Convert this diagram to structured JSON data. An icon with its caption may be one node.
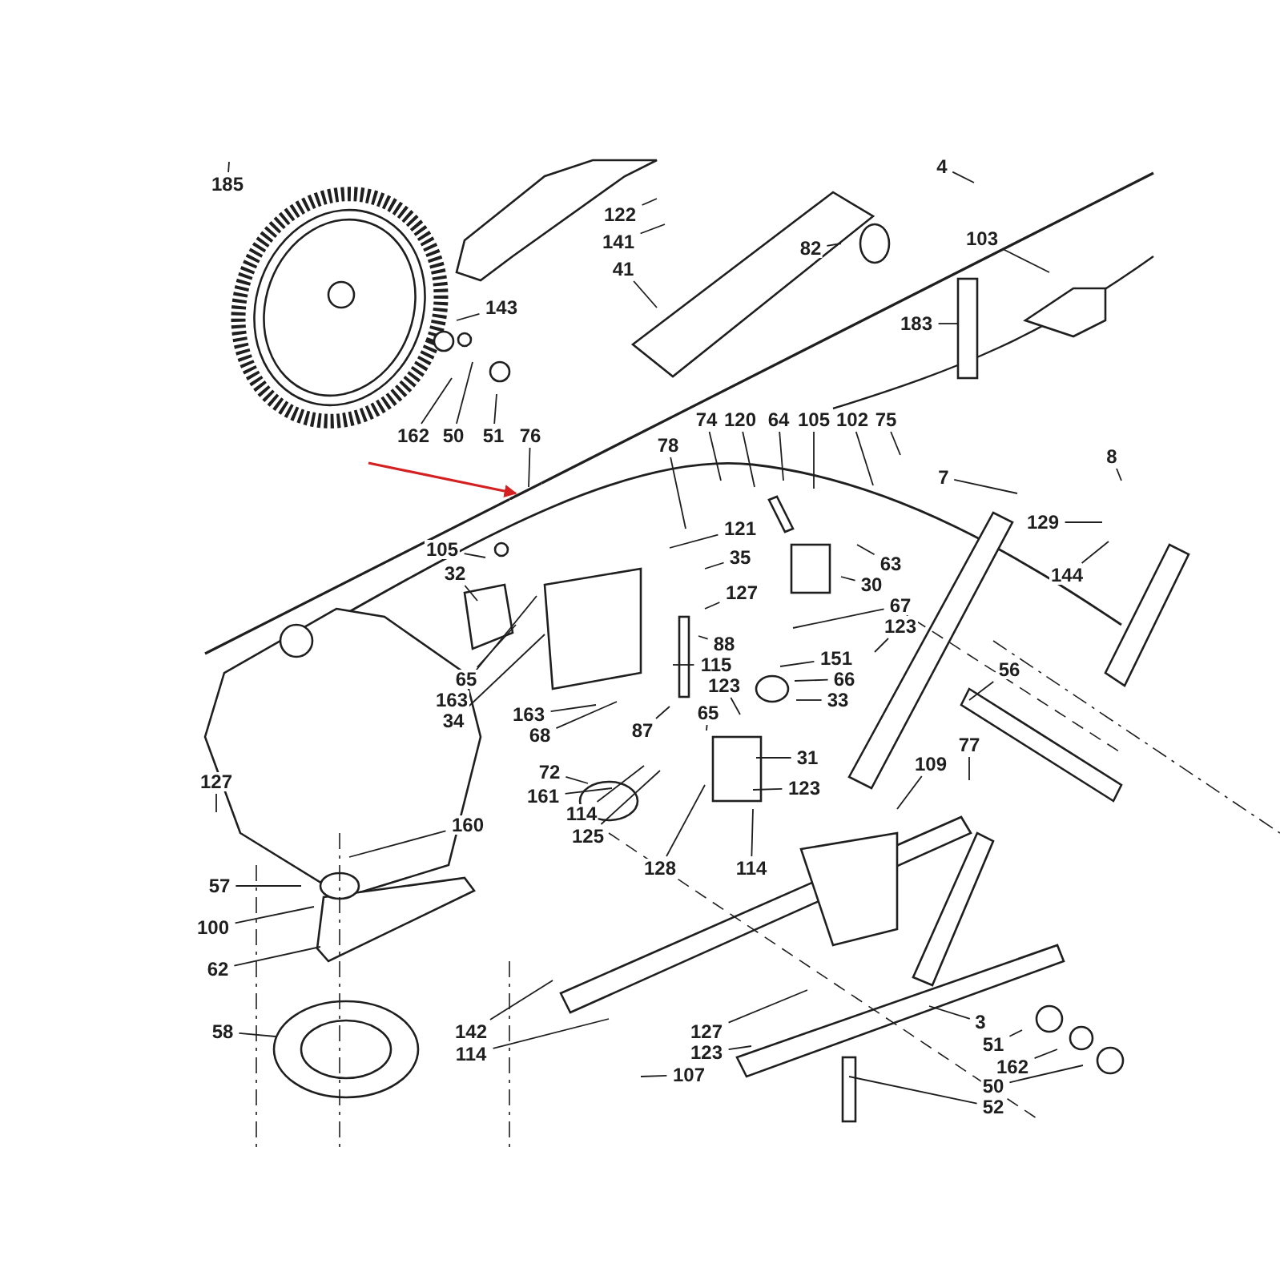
{
  "diagram": {
    "nodes": [
      {
        "text": [
          "185"
        ]
      },
      {
        "text": [
          "4"
        ]
      },
      {
        "text": [
          "122"
        ]
      },
      {
        "text": [
          "141"
        ]
      },
      {
        "text": [
          "41"
        ]
      },
      {
        "text": [
          "82"
        ]
      },
      {
        "text": [
          "103"
        ]
      },
      {
        "text": [
          "183"
        ]
      },
      {
        "text": [
          "143"
        ]
      },
      {
        "text": [
          "162"
        ]
      },
      {
        "text": [
          "50"
        ]
      },
      {
        "text": [
          "51"
        ]
      },
      {
        "text": [
          "76"
        ]
      },
      {
        "text": [
          "78"
        ]
      },
      {
        "text": [
          "74"
        ]
      },
      {
        "text": [
          "120"
        ]
      },
      {
        "text": [
          "64"
        ]
      },
      {
        "text": [
          "105"
        ]
      },
      {
        "text": [
          "102"
        ]
      },
      {
        "text": [
          "75"
        ]
      },
      {
        "text": [
          "7"
        ]
      },
      {
        "text": [
          "129"
        ]
      },
      {
        "text": [
          "8"
        ]
      },
      {
        "text": [
          "144"
        ]
      },
      {
        "text": [
          "105"
        ]
      },
      {
        "text": [
          "32"
        ]
      },
      {
        "text": [
          "121"
        ]
      },
      {
        "text": [
          "35"
        ]
      },
      {
        "text": [
          "127"
        ]
      },
      {
        "text": [
          "30"
        ]
      },
      {
        "text": [
          "63"
        ]
      },
      {
        "text": [
          "67"
        ]
      },
      {
        "text": [
          "88"
        ]
      },
      {
        "text": [
          "123"
        ]
      },
      {
        "text": [
          "115"
        ]
      },
      {
        "text": [
          "151"
        ]
      },
      {
        "text": [
          "123"
        ]
      },
      {
        "text": [
          "66"
        ]
      },
      {
        "text": [
          "65"
        ]
      },
      {
        "text": [
          "33"
        ]
      },
      {
        "text": [
          "65"
        ]
      },
      {
        "text": [
          "163"
        ]
      },
      {
        "text": [
          "34"
        ]
      },
      {
        "text": [
          "163"
        ]
      },
      {
        "text": [
          "68"
        ]
      },
      {
        "text": [
          "87"
        ]
      },
      {
        "text": [
          "56"
        ]
      },
      {
        "text": [
          "31"
        ]
      },
      {
        "text": [
          "72"
        ]
      },
      {
        "text": [
          "161"
        ]
      },
      {
        "text": [
          "127"
        ]
      },
      {
        "text": [
          "123"
        ]
      },
      {
        "text": [
          "109"
        ]
      },
      {
        "text": [
          "77"
        ]
      },
      {
        "text": [
          "160"
        ]
      },
      {
        "text": [
          "114"
        ]
      },
      {
        "text": [
          "125"
        ]
      },
      {
        "text": [
          "114"
        ]
      },
      {
        "text": [
          "128"
        ]
      },
      {
        "text": [
          "57"
        ]
      },
      {
        "text": [
          "100"
        ]
      },
      {
        "text": [
          "62"
        ]
      },
      {
        "text": [
          "58"
        ]
      },
      {
        "text": [
          "142"
        ]
      },
      {
        "text": [
          "114"
        ]
      },
      {
        "text": [
          "127"
        ]
      },
      {
        "text": [
          "123"
        ]
      },
      {
        "text": [
          "107"
        ]
      },
      {
        "text": [
          "3"
        ]
      },
      {
        "text": [
          "51"
        ]
      },
      {
        "text": [
          "162"
        ]
      },
      {
        "text": [
          "50"
        ]
      },
      {
        "text": [
          "52"
        ]
      },
      {
        "text": [],
        "shape": "cable"
      }
    ],
    "edges": [
      {
        "from": 0,
        "to": null,
        "arrow": "none"
      },
      {
        "from": 1,
        "to": null,
        "arrow": "none"
      },
      {
        "from": 2,
        "to": null,
        "arrow": "none"
      },
      {
        "from": 3,
        "to": null,
        "arrow": "none"
      },
      {
        "from": 4,
        "to": null,
        "arrow": "none"
      },
      {
        "from": 5,
        "to": null,
        "arrow": "none"
      },
      {
        "from": 6,
        "to": null,
        "arrow": "none"
      },
      {
        "from": 7,
        "to": null,
        "arrow": "none"
      },
      {
        "from": 8,
        "to": null,
        "arrow": "none"
      },
      {
        "from": 9,
        "to": null,
        "arrow": "none"
      },
      {
        "from": 10,
        "to": null,
        "arrow": "none"
      },
      {
        "from": 11,
        "to": null,
        "arrow": "none"
      },
      {
        "from": 12,
        "to": 73,
        "arrow": "none"
      },
      {
        "from": 13,
        "to": null,
        "arrow": "none"
      },
      {
        "from": 14,
        "to": null,
        "arrow": "none"
      },
      {
        "from": 15,
        "to": null,
        "arrow": "none"
      },
      {
        "from": 16,
        "to": null,
        "arrow": "none"
      },
      {
        "from": 17,
        "to": null,
        "arrow": "none"
      },
      {
        "from": 18,
        "to": null,
        "arrow": "none"
      },
      {
        "from": 19,
        "to": null,
        "arrow": "none"
      },
      {
        "from": 20,
        "to": null,
        "arrow": "none"
      },
      {
        "from": 21,
        "to": null,
        "arrow": "none"
      },
      {
        "from": 22,
        "to": null,
        "arrow": "none"
      },
      {
        "from": 23,
        "to": null,
        "arrow": "none"
      },
      {
        "from": 24,
        "to": null,
        "arrow": "none"
      },
      {
        "from": 25,
        "to": null,
        "arrow": "none"
      },
      {
        "from": 26,
        "to": null,
        "arrow": "none"
      },
      {
        "from": 27,
        "to": null,
        "arrow": "none"
      },
      {
        "from": 28,
        "to": null,
        "arrow": "none"
      },
      {
        "from": 29,
        "to": null,
        "arrow": "none"
      },
      {
        "from": 30,
        "to": null,
        "arrow": "none"
      },
      {
        "from": 31,
        "to": null,
        "arrow": "none"
      },
      {
        "from": 32,
        "to": null,
        "arrow": "none"
      },
      {
        "from": 33,
        "to": null,
        "arrow": "none"
      },
      {
        "from": 34,
        "to": null,
        "arrow": "none"
      },
      {
        "from": 35,
        "to": null,
        "arrow": "none"
      },
      {
        "from": 36,
        "to": null,
        "arrow": "none"
      },
      {
        "from": 37,
        "to": null,
        "arrow": "none"
      },
      {
        "from": 38,
        "to": null,
        "arrow": "none"
      },
      {
        "from": 39,
        "to": null,
        "arrow": "none"
      },
      {
        "from": 40,
        "to": null,
        "arrow": "none"
      },
      {
        "from": 41,
        "to": null,
        "arrow": "none"
      },
      {
        "from": 42,
        "to": null,
        "arrow": "none"
      },
      {
        "from": 43,
        "to": null,
        "arrow": "none"
      },
      {
        "from": 44,
        "to": null,
        "arrow": "none"
      },
      {
        "from": 45,
        "to": null,
        "arrow": "none"
      },
      {
        "from": 46,
        "to": null,
        "arrow": "none"
      },
      {
        "from": 47,
        "to": null,
        "arrow": "none"
      },
      {
        "from": 48,
        "to": null,
        "arrow": "none"
      },
      {
        "from": 49,
        "to": null,
        "arrow": "none"
      },
      {
        "from": 50,
        "to": null,
        "arrow": "none"
      },
      {
        "from": 51,
        "to": null,
        "arrow": "none"
      },
      {
        "from": 52,
        "to": null,
        "arrow": "none"
      },
      {
        "from": 53,
        "to": null,
        "arrow": "none"
      },
      {
        "from": 54,
        "to": null,
        "arrow": "none"
      },
      {
        "from": 55,
        "to": null,
        "arrow": "none"
      },
      {
        "from": 56,
        "to": null,
        "arrow": "none"
      },
      {
        "from": 57,
        "to": null,
        "arrow": "none"
      },
      {
        "from": 58,
        "to": null,
        "arrow": "none"
      },
      {
        "from": 59,
        "to": null,
        "arrow": "none"
      },
      {
        "from": 60,
        "to": null,
        "arrow": "none"
      },
      {
        "from": 61,
        "to": null,
        "arrow": "none"
      },
      {
        "from": 62,
        "to": null,
        "arrow": "none"
      },
      {
        "from": 63,
        "to": null,
        "arrow": "none"
      },
      {
        "from": 64,
        "to": null,
        "arrow": "none"
      },
      {
        "from": 65,
        "to": null,
        "arrow": "none"
      },
      {
        "from": 66,
        "to": null,
        "arrow": "none"
      },
      {
        "from": 67,
        "to": null,
        "arrow": "none"
      },
      {
        "from": 68,
        "to": null,
        "arrow": "none"
      },
      {
        "from": 69,
        "to": null,
        "arrow": "none"
      },
      {
        "from": 70,
        "to": null,
        "arrow": "none"
      },
      {
        "from": 71,
        "to": null,
        "arrow": "none"
      },
      {
        "from": 72,
        "to": null,
        "arrow": "none"
      },
      {
        "from": null,
        "to": 73,
        "arrow": "to",
        "color": "#d42020"
      }
    ]
  }
}
